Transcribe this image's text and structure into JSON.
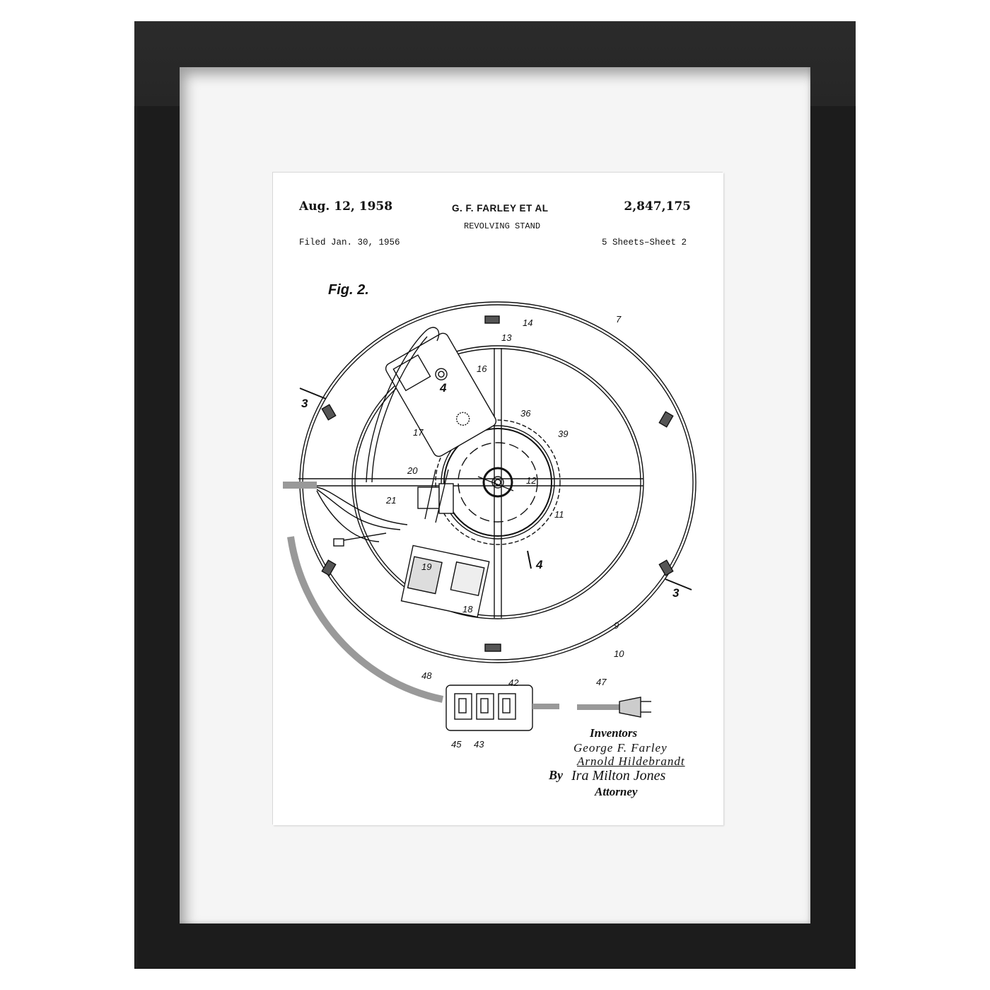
{
  "frame": {
    "frame_color": "#1c1c1c",
    "mat_color": "#f5f5f5",
    "paper_color": "#ffffff"
  },
  "patent": {
    "date": "Aug. 12, 1958",
    "inventor_header": "G. F. FARLEY  ET AL",
    "patent_number": "2,847,175",
    "title": "REVOLVING STAND",
    "filed": "Filed Jan. 30, 1956",
    "sheets": "5 Sheets–Sheet 2"
  },
  "drawing": {
    "figure_label": "Fig. 2.",
    "section_marks": [
      "3",
      "3",
      "4",
      "4"
    ],
    "reference_numerals": [
      "7",
      "9",
      "10",
      "11",
      "12",
      "13",
      "14",
      "16",
      "17",
      "18",
      "19",
      "20",
      "21",
      "36",
      "39",
      "42",
      "43",
      "45",
      "47",
      "48"
    ]
  },
  "signature": {
    "inventors_label": "Inventors",
    "inventor_1": "George F. Farley",
    "inventor_2": "Arnold Hildebrandt",
    "by": "By",
    "attorney_name": "Ira Milton Jones",
    "attorney_label": "Attorney"
  }
}
